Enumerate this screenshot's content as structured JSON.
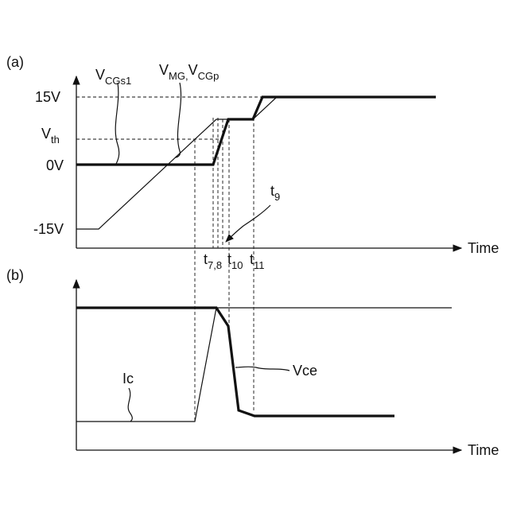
{
  "panel_a": {
    "label": "(a)",
    "y_ticks": {
      "v15": "15V",
      "vth_main": "V",
      "vth_sub": "th",
      "v0": "0V",
      "vneg15": "-15V"
    },
    "x_axis_label": "Time",
    "curve_labels": {
      "vcgs1_main": "V",
      "vcgs1_sub": "CGs1",
      "vmg_main": "V",
      "vmg_sub": "MG,",
      "vcgp_main": "V",
      "vcgp_sub": "CGp"
    },
    "time_labels": {
      "t78_main": "t",
      "t78_sub": "7,8",
      "t9_main": "t",
      "t9_sub": "9",
      "t10_main": "t",
      "t10_sub": "10",
      "t11_main": "t",
      "t11_sub": "11"
    }
  },
  "panel_b": {
    "label": "(b)",
    "x_axis_label": "Time",
    "curve_labels": {
      "ic": "Ic",
      "vce": "Vce"
    }
  }
}
